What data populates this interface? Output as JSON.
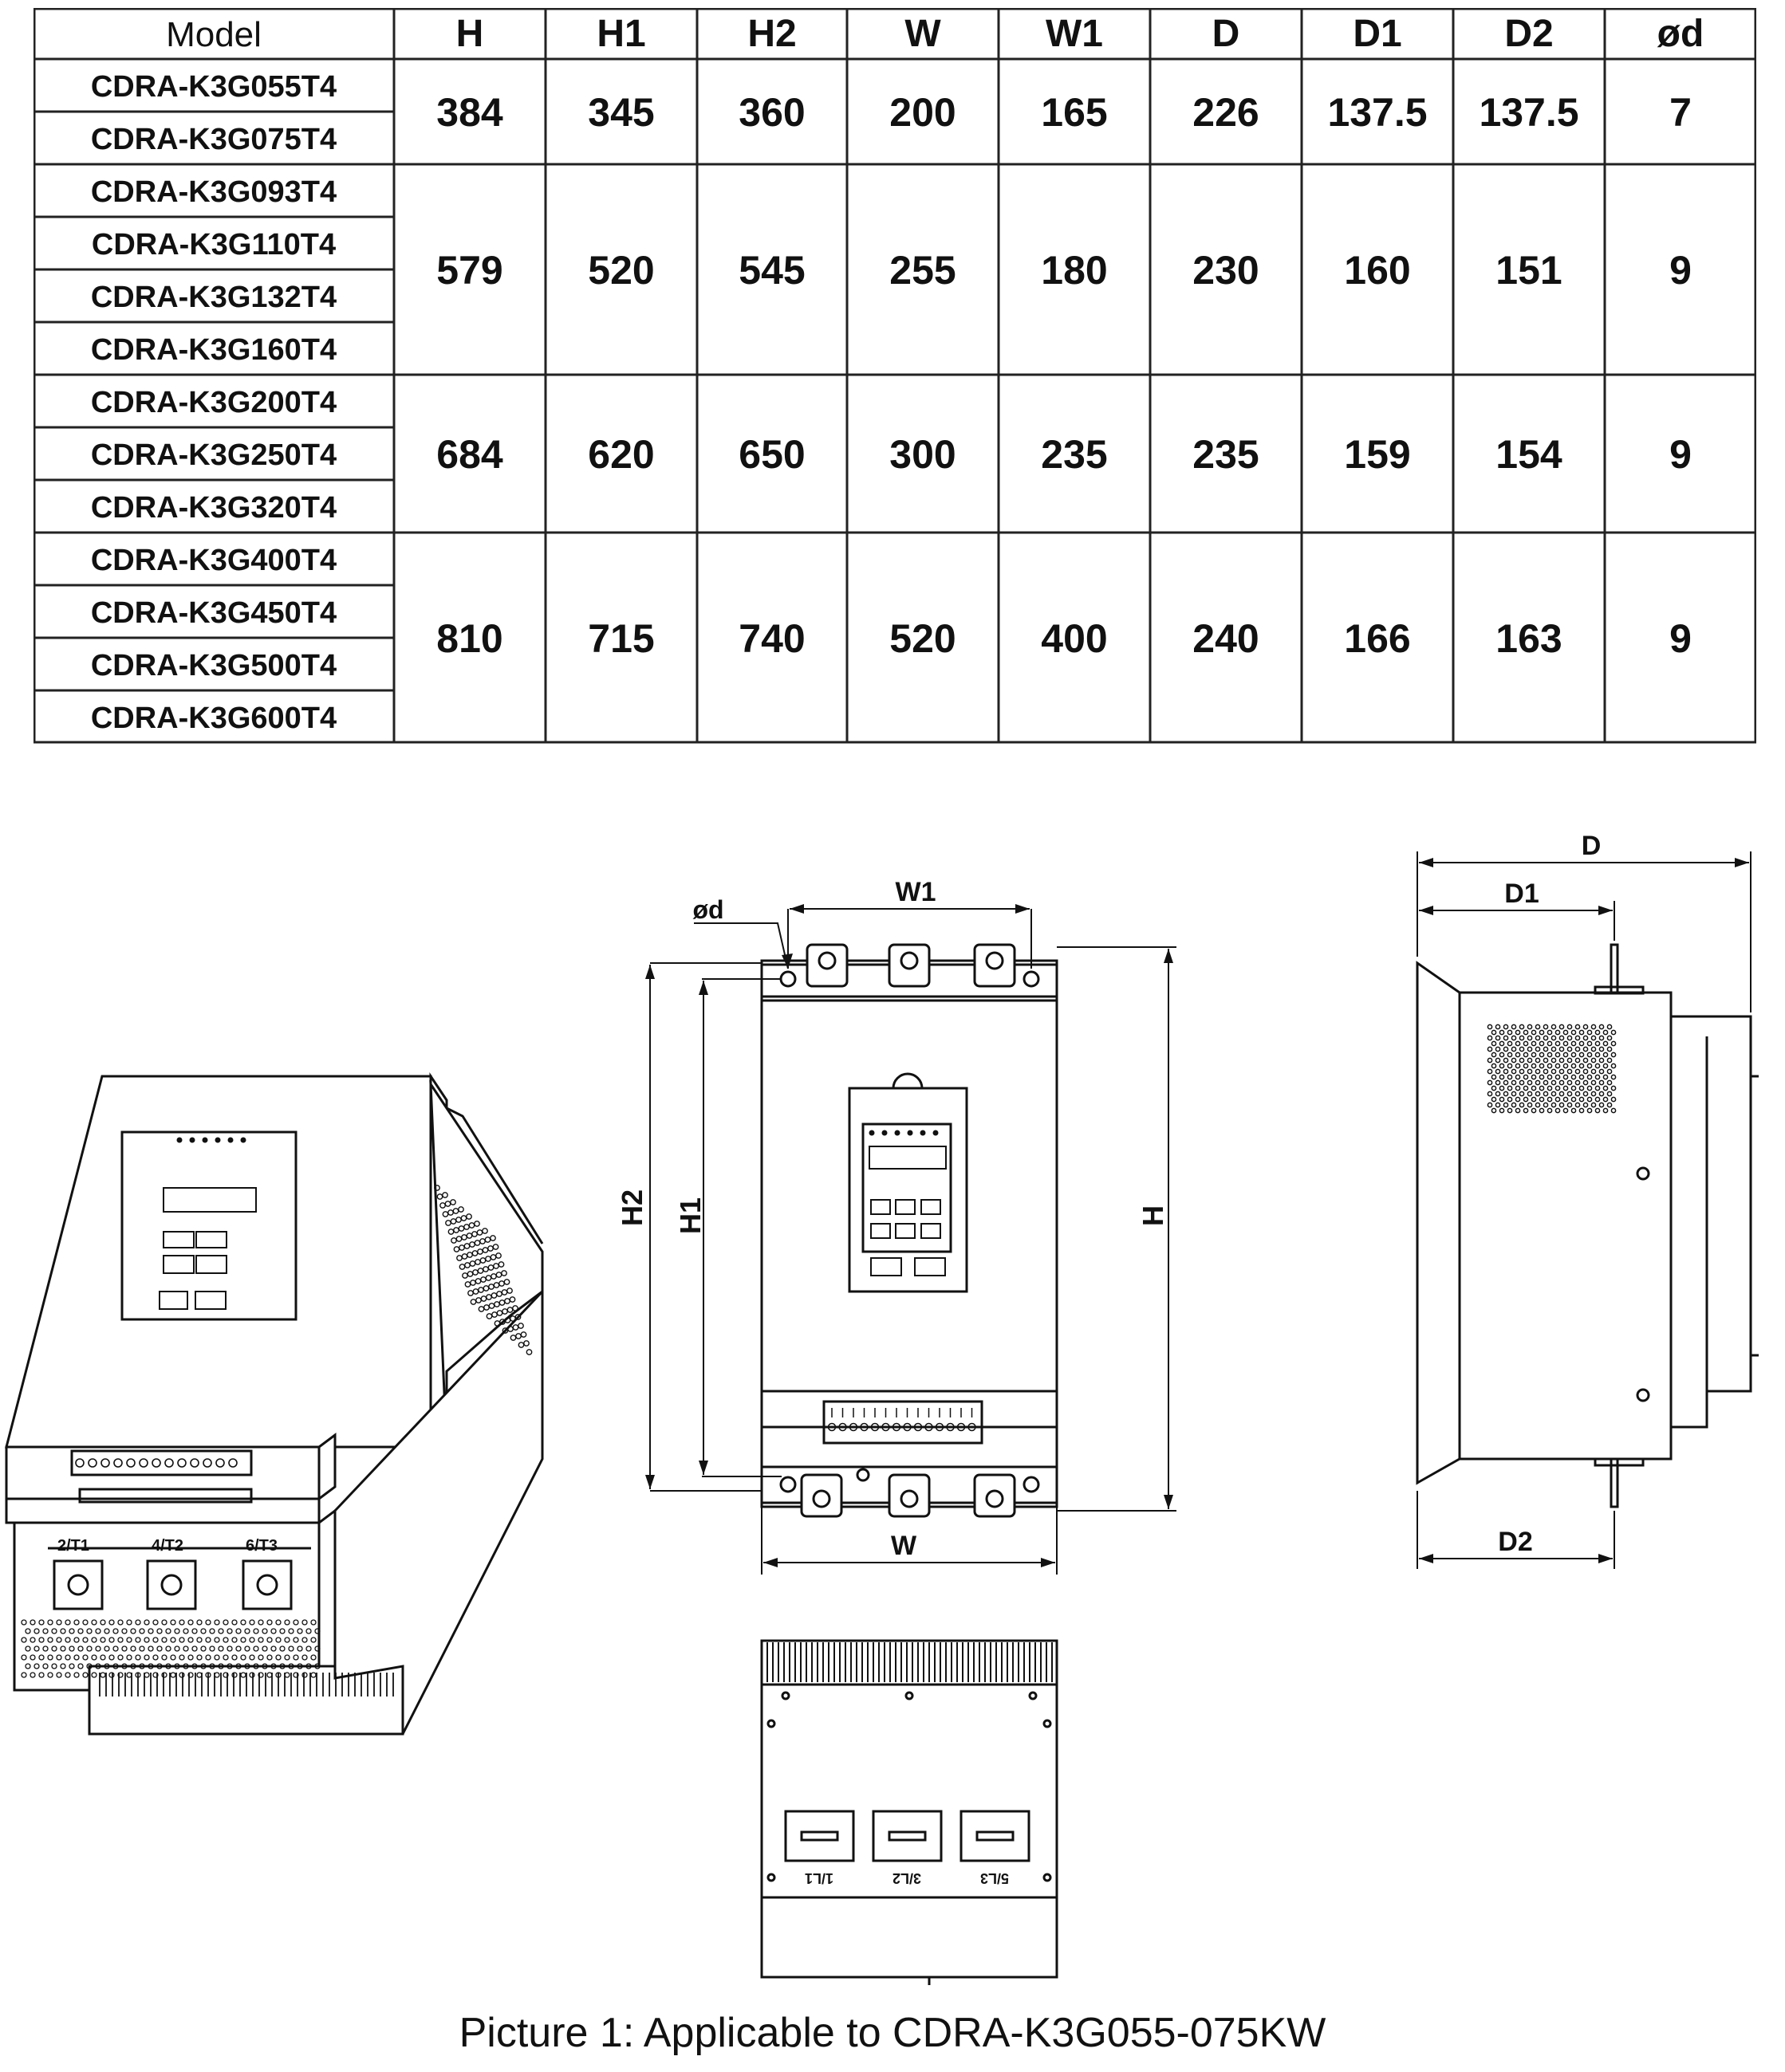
{
  "table": {
    "headers": [
      "Model",
      "H",
      "H1",
      "H2",
      "W",
      "W1",
      "D",
      "D1",
      "D2",
      "ød"
    ],
    "groups": [
      {
        "models": [
          "CDRA-K3G055T4",
          "CDRA-K3G075T4"
        ],
        "values": [
          "384",
          "345",
          "360",
          "200",
          "165",
          "226",
          "137.5",
          "137.5",
          "7"
        ]
      },
      {
        "models": [
          "CDRA-K3G093T4",
          "CDRA-K3G110T4",
          "CDRA-K3G132T4",
          "CDRA-K3G160T4"
        ],
        "values": [
          "579",
          "520",
          "545",
          "255",
          "180",
          "230",
          "160",
          "151",
          "9"
        ]
      },
      {
        "models": [
          "CDRA-K3G200T4",
          "CDRA-K3G250T4",
          "CDRA-K3G320T4"
        ],
        "values": [
          "684",
          "620",
          "650",
          "300",
          "235",
          "235",
          "159",
          "154",
          "9"
        ]
      },
      {
        "models": [
          "CDRA-K3G400T4",
          "CDRA-K3G450T4",
          "CDRA-K3G500T4",
          "CDRA-K3G600T4"
        ],
        "values": [
          "810",
          "715",
          "740",
          "520",
          "400",
          "240",
          "166",
          "163",
          "9"
        ]
      }
    ]
  },
  "front_view": {
    "labels": {
      "w1": "W1",
      "od": "ød",
      "h2": "H2",
      "h1": "H1",
      "h": "H",
      "w": "W"
    }
  },
  "side_view": {
    "labels": {
      "d": "D",
      "d1": "D1",
      "d2": "D2"
    }
  },
  "iso_view": {
    "terminals": [
      "2/T1",
      "4/T2",
      "6/T3"
    ]
  },
  "bottom_view": {
    "terminals": [
      "1/L1",
      "3/L2",
      "5/L3"
    ]
  },
  "caption": "Picture 1: Applicable to CDRA-K3G055-075KW"
}
